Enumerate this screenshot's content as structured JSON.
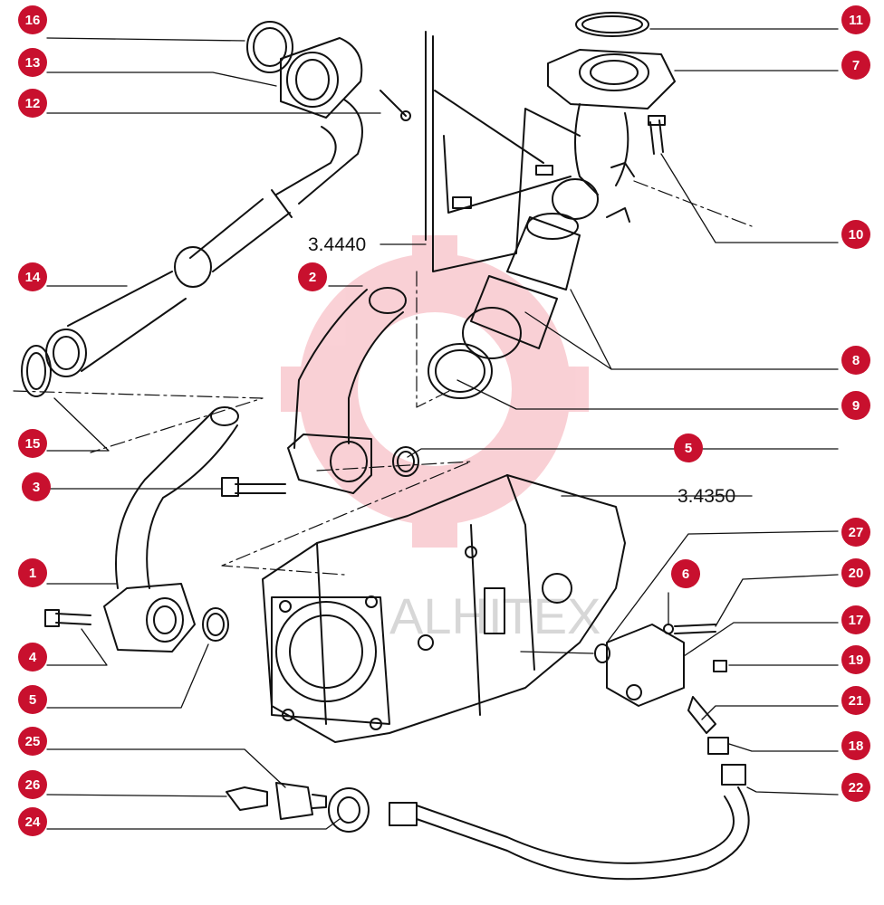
{
  "diagram": {
    "reference_labels": [
      "3.4440",
      "3.4350"
    ],
    "watermark": "ALHITEX",
    "callout_color": "#c8102e",
    "callouts": [
      "16",
      "13",
      "12",
      "14",
      "15",
      "3",
      "1",
      "4",
      "5",
      "25",
      "26",
      "24",
      "11",
      "7",
      "10",
      "2",
      "8",
      "9",
      "5",
      "27",
      "6",
      "20",
      "17",
      "19",
      "21",
      "18",
      "22"
    ]
  }
}
